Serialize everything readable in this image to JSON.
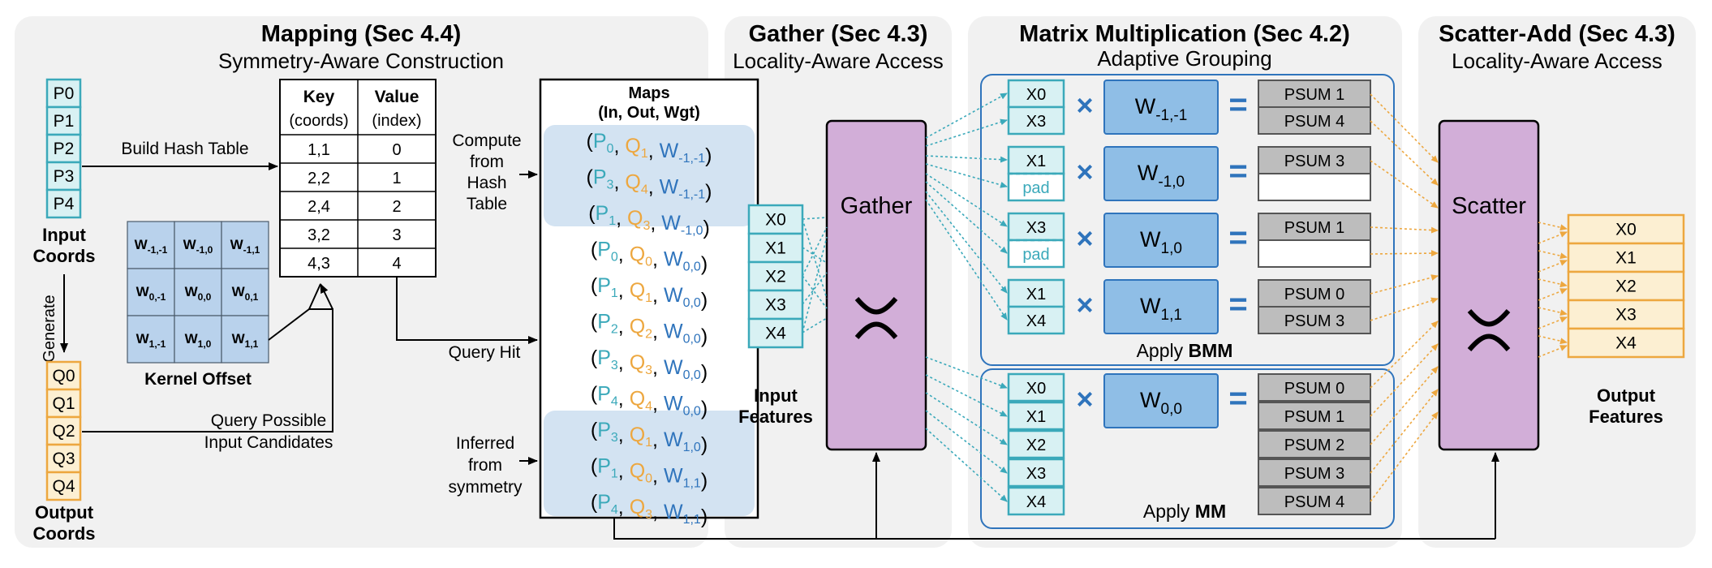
{
  "panels": {
    "mapping": {
      "title": "Mapping (Sec 4.4)",
      "subtitle": "Symmetry-Aware Construction"
    },
    "gather": {
      "title": "Gather (Sec 4.3)",
      "subtitle": "Locality-Aware Access"
    },
    "matmul": {
      "title": "Matrix Multiplication (Sec 4.2)",
      "subtitle": "Adaptive Grouping"
    },
    "scatter": {
      "title": "Scatter-Add (Sec 4.3)",
      "subtitle": "Locality-Aware Access"
    }
  },
  "input_coords": {
    "cells": [
      "P0",
      "P1",
      "P2",
      "P3",
      "P4"
    ],
    "label1": "Input",
    "label2": "Coords"
  },
  "output_coords": {
    "cells": [
      "Q0",
      "Q1",
      "Q2",
      "Q3",
      "Q4"
    ],
    "label1": "Output",
    "label2": "Coords"
  },
  "generate_label": "Generate",
  "build_hash_label": "Build Hash Table",
  "hash_table": {
    "key_header": "Key",
    "key_sub": "(coords)",
    "value_header": "Value",
    "value_sub": "(index)",
    "rows": [
      [
        "1,1",
        "0"
      ],
      [
        "2,2",
        "1"
      ],
      [
        "2,4",
        "2"
      ],
      [
        "3,2",
        "3"
      ],
      [
        "4,3",
        "4"
      ]
    ]
  },
  "kernel": {
    "label": "Kernel Offset",
    "cells": [
      [
        "W",
        "-1,-1"
      ],
      [
        "W",
        "-1,0"
      ],
      [
        "W",
        "-1,1"
      ],
      [
        "W",
        "0,-1"
      ],
      [
        "W",
        "0,0"
      ],
      [
        "W",
        "0,1"
      ],
      [
        "W",
        "1,-1"
      ],
      [
        "W",
        "1,0"
      ],
      [
        "W",
        "1,1"
      ]
    ]
  },
  "query_possible": [
    "Query Possible",
    "Input Candidates"
  ],
  "query_hit": "Query Hit",
  "compute_label": [
    "Compute",
    "from",
    "Hash",
    "Table"
  ],
  "inferred_label": [
    "Inferred",
    "from",
    "symmetry"
  ],
  "maps": {
    "header1": "Maps",
    "header2": "(In, Out, Wgt)",
    "rows": [
      {
        "p": "0",
        "q": "1",
        "w": "-1,-1"
      },
      {
        "p": "3",
        "q": "4",
        "w": "-1,-1"
      },
      {
        "p": "1",
        "q": "3",
        "w": "-1,0"
      },
      {
        "p": "0",
        "q": "0",
        "w": "0,0"
      },
      {
        "p": "1",
        "q": "1",
        "w": "0,0"
      },
      {
        "p": "2",
        "q": "2",
        "w": "0,0"
      },
      {
        "p": "3",
        "q": "3",
        "w": "0,0"
      },
      {
        "p": "4",
        "q": "4",
        "w": "0,0"
      },
      {
        "p": "3",
        "q": "1",
        "w": "1,0"
      },
      {
        "p": "1",
        "q": "0",
        "w": "1,1"
      },
      {
        "p": "4",
        "q": "3",
        "w": "1,1"
      }
    ]
  },
  "input_features": {
    "cells": [
      "X0",
      "X1",
      "X2",
      "X3",
      "X4"
    ],
    "label1": "Input",
    "label2": "Features"
  },
  "gather_box": {
    "label": "Gather"
  },
  "scatter_box": {
    "label": "Scatter"
  },
  "bmm_groups": [
    {
      "in": [
        "X0",
        "X3"
      ],
      "w": "-1,-1",
      "psum": [
        "PSUM 1",
        "PSUM 4"
      ]
    },
    {
      "in": [
        "X1",
        "pad"
      ],
      "w": "-1,0",
      "psum": [
        "PSUM 3",
        ""
      ]
    },
    {
      "in": [
        "X3",
        "pad"
      ],
      "w": "1,0",
      "psum": [
        "PSUM 1",
        ""
      ]
    },
    {
      "in": [
        "X1",
        "X4"
      ],
      "w": "1,1",
      "psum": [
        "PSUM 0",
        "PSUM 3"
      ]
    }
  ],
  "apply_bmm": {
    "prefix": "Apply ",
    "bold": "BMM"
  },
  "mm_group": {
    "in": [
      "X0",
      "X1",
      "X2",
      "X3",
      "X4"
    ],
    "w": "0,0",
    "psum": [
      "PSUM 0",
      "PSUM 1",
      "PSUM 2",
      "PSUM 3",
      "PSUM 4"
    ]
  },
  "apply_mm": {
    "prefix": "Apply ",
    "bold": "MM"
  },
  "output_features": {
    "cells": [
      "X0",
      "X1",
      "X2",
      "X3",
      "X4"
    ],
    "label1": "Output",
    "label2": "Features"
  },
  "colors": {
    "teal": "#3BA9BA",
    "orange": "#EDA73F",
    "blue": "#2F74BC",
    "purple": "#D2AED8",
    "gray": "#BDBDBD"
  }
}
